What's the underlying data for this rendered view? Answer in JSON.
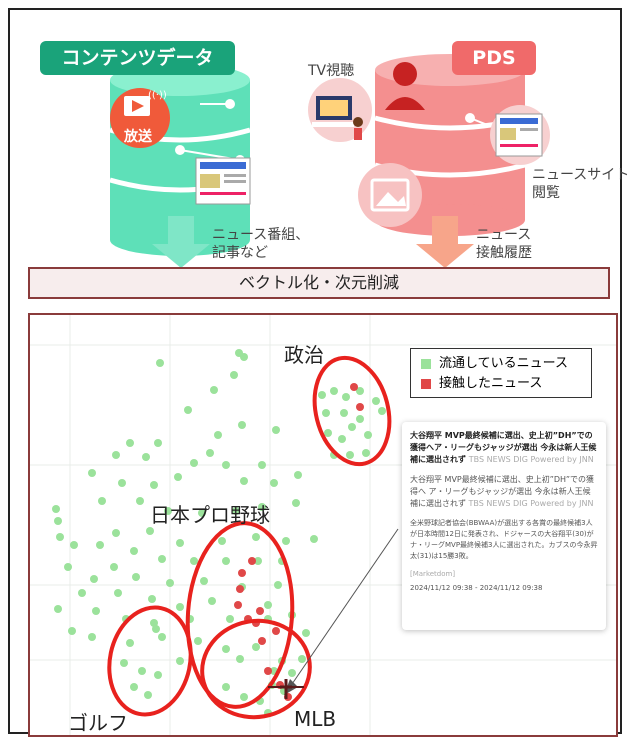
{
  "content_db": {
    "title": "コンテンツデータ",
    "broadcast_label": "放送",
    "news_label": "NEWS",
    "arrow_text": "ニュース番組、\n記事など",
    "color": "#1aa37a"
  },
  "pds_db": {
    "title": "PDS",
    "tv_label": "TV視聴",
    "news_label": "NEWS",
    "site_label": "ニュースサイト\n閲覧",
    "arrow_text": "ニュース\n接触履歴",
    "color": "#f06a6a"
  },
  "process_bar": {
    "label": "ベクトル化・次元削減"
  },
  "plot": {
    "clusters": {
      "politics": "政治",
      "npb": "日本プロ野球",
      "golf": "ゴルフ",
      "mlb": "MLB"
    },
    "legend": {
      "circulating": "流通しているニュース",
      "touched": "接触したニュース"
    },
    "colors": {
      "circulating": "#9be29b",
      "touched": "#e04848",
      "ellipse": "#e8221e"
    }
  },
  "news_card": {
    "title": "大谷翔平 MVP最終候補に選出、史上初”DH”での獲得へア・リーグもジャッジが選出 今永は新人王候補に選出されず",
    "title_source": "TBS NEWS DIG Powered by JNN",
    "subtitle": "大谷翔平 MVP最終候補に選出、史上初”DH”での獲得へ ア・リーグもジャッジが選出 今永は新人王候補に選出されず",
    "subtitle_source": "TBS NEWS DIG Powered by JNN",
    "body": "全米野球記者協会(BBWAA)が選出する各賞の最終候補3人が日本時間12日に発表され、ドジャースの大谷翔平(30)がナ・リーグMVP最終候補3人に選出された。カブスの今永昇太(31)は15勝3敗。",
    "tag": "[Marketdom]",
    "date": "2024/11/12 09:38 - 2024/11/12 09:38"
  }
}
